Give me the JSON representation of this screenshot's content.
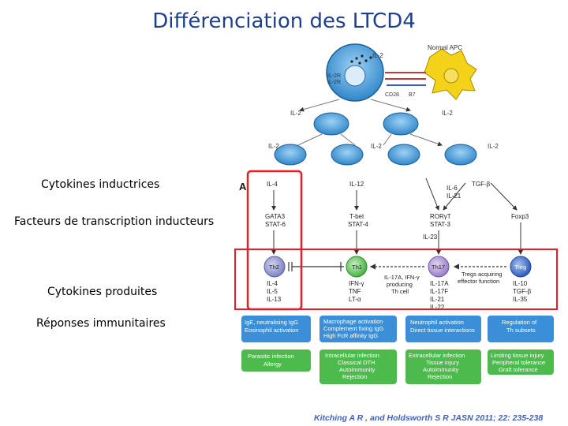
{
  "title": "Différenciation des LTCD4",
  "side_labels": {
    "cytokines_inductrices": "Cytokines inductrices",
    "facteurs": "Facteurs de transcription inducteurs",
    "cytokines_produites": "Cytokines produites",
    "reponses": "Réponses immunitaires"
  },
  "top_diagram": {
    "il2_top": "IL-2",
    "normal_apc": "Normal APC",
    "il2r_a": "IL-2R",
    "il2r_b": "IL-2R",
    "cd28": "CD28",
    "b7": "B7",
    "il2_l": "IL-2",
    "il2_r": "IL-2",
    "il2_bl": "IL-2",
    "il2_bm": "IL-2",
    "il2_br": "IL-2"
  },
  "panel_letter": "A",
  "figure": {
    "inducers": {
      "th2": "IL-4",
      "th1": "IL-12",
      "th17_a": "IL-6",
      "th17_b": "IL-21",
      "treg": "TGF-β"
    },
    "factors": {
      "th2_a": "GATA3",
      "th2_b": "STAT-6",
      "th1_a": "T-bet",
      "th1_b": "STAT-4",
      "th17_a": "RORγT",
      "th17_b": "STAT-3",
      "treg": "Foxp3",
      "il23": "IL-23"
    },
    "cells": {
      "th2": "Th2",
      "th1": "Th1",
      "th17": "Th17",
      "treg": "Treg"
    },
    "middle_notes": {
      "a": [
        "IL-17A, IFN-γ",
        "producing",
        "Th cell"
      ],
      "b": [
        "Tregs acquiring",
        "effector function"
      ]
    },
    "produced": {
      "th2": [
        "IL-4",
        "IL-5",
        "IL-13"
      ],
      "th1": [
        "IFN-γ",
        "TNF",
        "LT-α"
      ],
      "th17": [
        "IL-17A",
        "IL-17F",
        "IL-21",
        "IL-22"
      ],
      "treg": [
        "IL-10",
        "TGF-β",
        "IL-35"
      ]
    },
    "responses": [
      [
        "IgE, neutralising IgG",
        "Eosinophil activation"
      ],
      [
        "Macrophage activation",
        "Complement fixing IgG",
        "High FcR affinity IgG"
      ],
      [
        "Neutrophil activation",
        "Direct tissue interactions"
      ],
      [
        "Regulation of",
        "Th subsets"
      ]
    ],
    "diseases": [
      [
        "Parasitic infection",
        "Allergy"
      ],
      [
        "Intracellular infection",
        "Classical DTH",
        "Autoimmunity",
        "Rejection"
      ],
      [
        "Extracellular infection",
        "Tissue injury",
        "Autoimmunity",
        "Rejection"
      ],
      [
        "Limiting tissue injury",
        "Peripheral tolerance",
        "Graft tolerance"
      ]
    ]
  },
  "citation": "Kitching A R , and Holdsworth S R JASN 2011; 22: 235-238",
  "colors": {
    "title": "#1f3f8c",
    "highlight": "#e0202a",
    "response_box": "#3a8fd8",
    "disease_box": "#4cba4c",
    "th2": "#8f93c8",
    "th1": "#5fc45a",
    "th17": "#a88fcf",
    "treg": "#3d69c8"
  }
}
